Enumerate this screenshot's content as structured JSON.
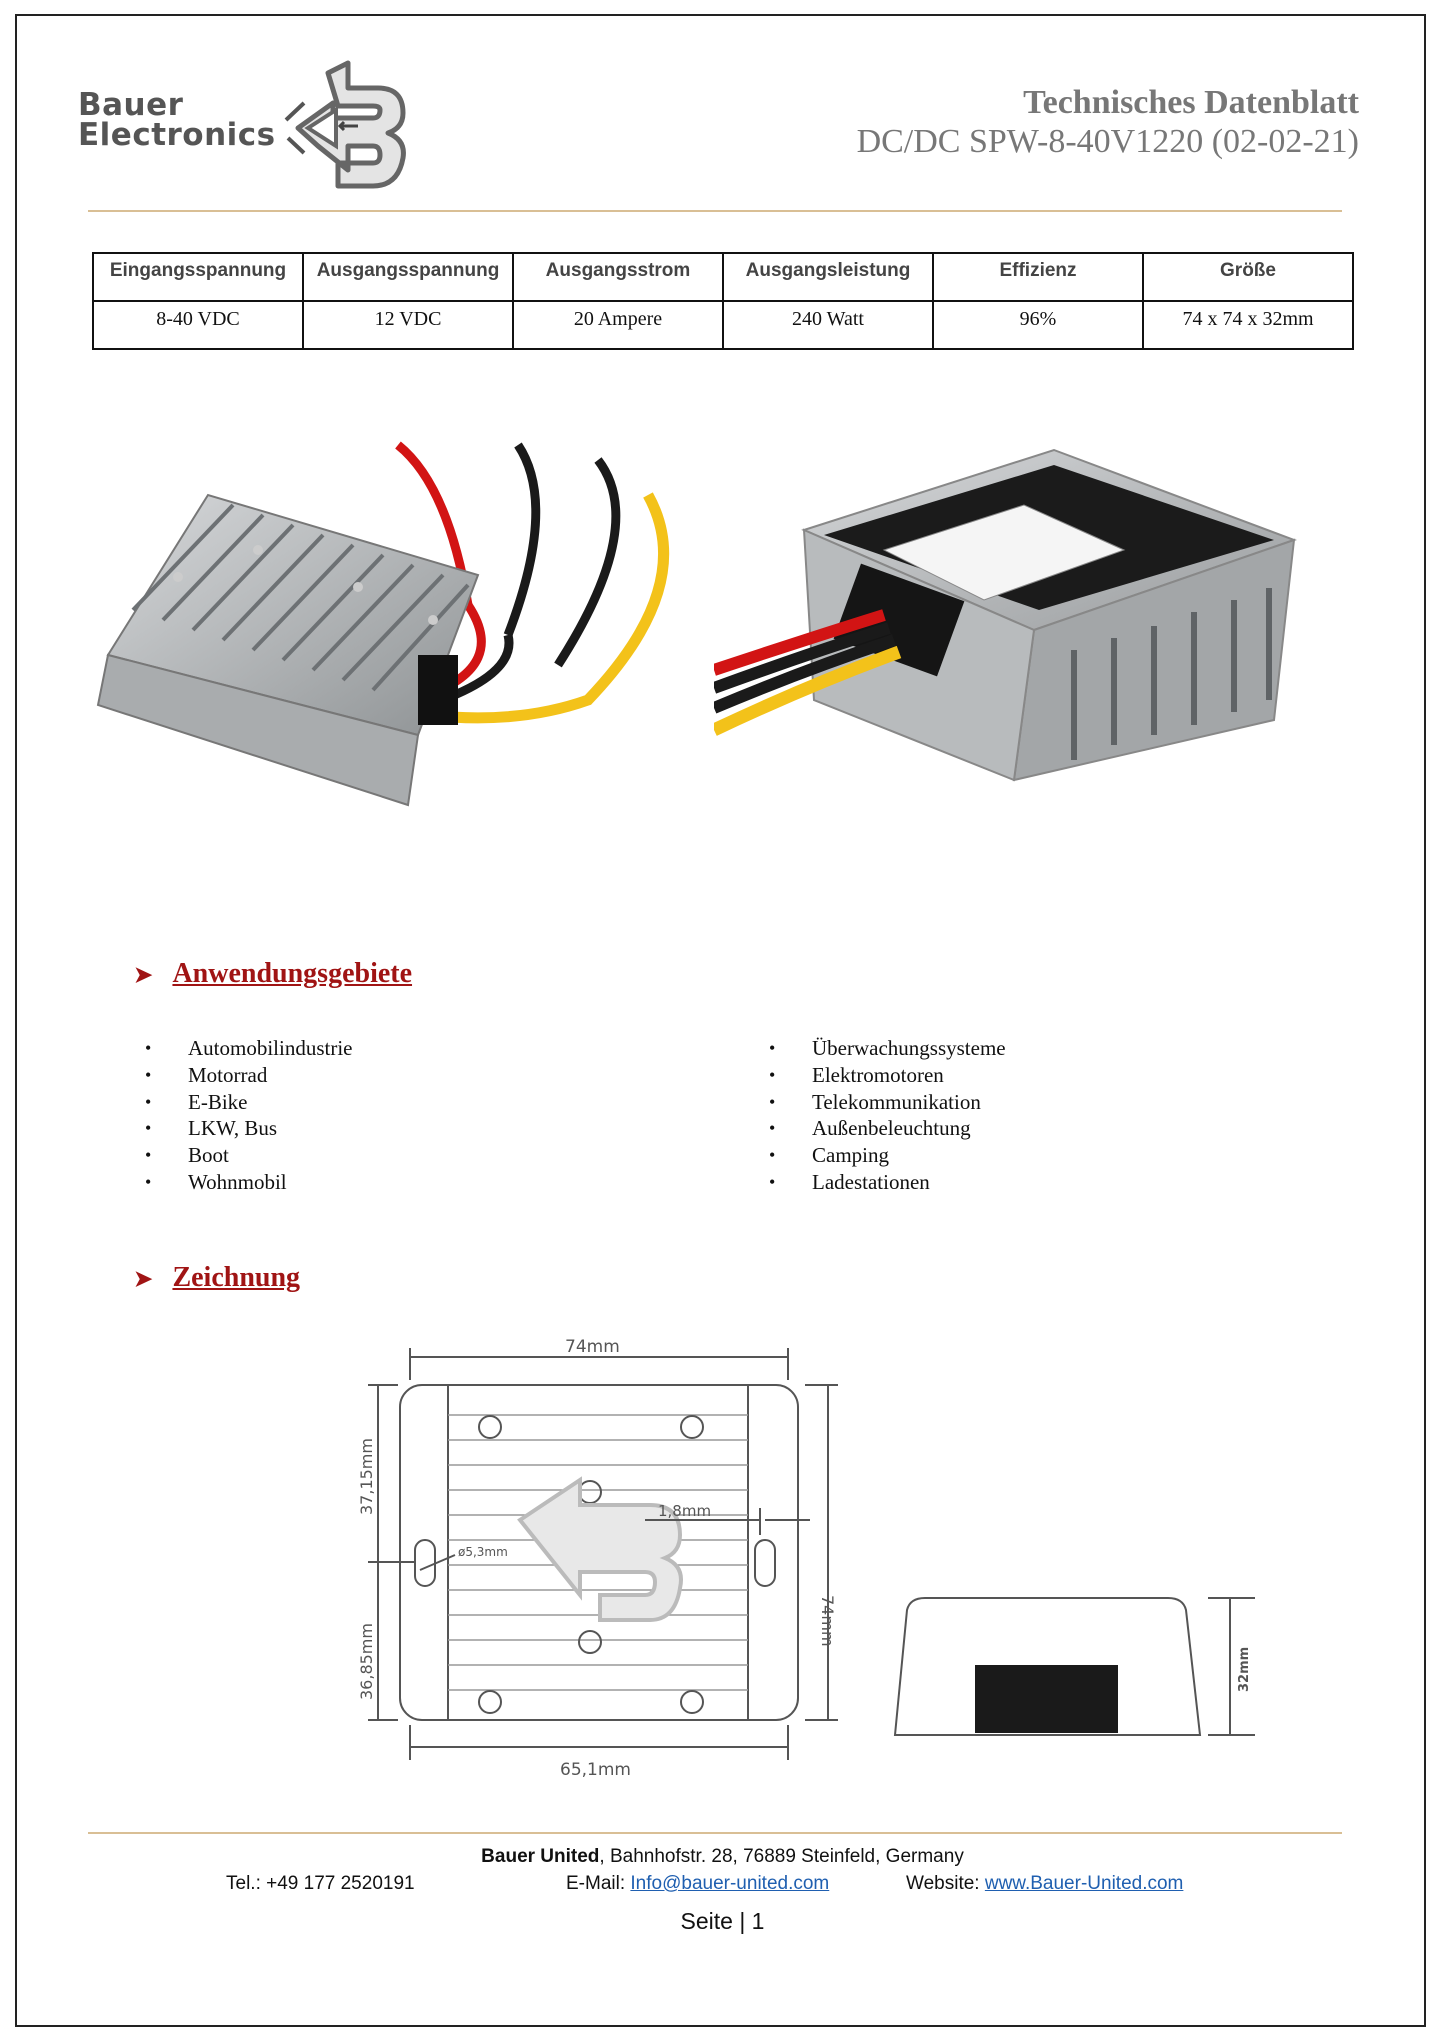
{
  "brand": {
    "line1": "Bauer",
    "line2": "Electronics"
  },
  "header": {
    "title": "Technisches Datenblatt",
    "subtitle": "DC/DC SPW-8-40V1220 (02-02-21)"
  },
  "specs": {
    "headers": [
      "Eingangsspannung",
      "Ausgangsspannung",
      "Ausgangsstrom",
      "Ausgangsleistung",
      "Effizienz",
      "Größe"
    ],
    "values": [
      "8-40 VDC",
      "12 VDC",
      "20 Ampere",
      "240 Watt",
      "96%",
      "74 x 74 x 32mm"
    ]
  },
  "applications": {
    "title": "Anwendungsgebiete",
    "left": [
      "Automobilindustrie",
      "Motorrad",
      "E-Bike",
      "LKW, Bus",
      "Boot",
      "Wohnmobil"
    ],
    "right": [
      "Überwachungssysteme",
      "Elektromotoren",
      "Telekommunikation",
      "Außenbeleuchtung",
      "Camping",
      "Ladestationen"
    ]
  },
  "drawing": {
    "title": "Zeichnung",
    "dim_width": "74mm",
    "dim_height": "74mm",
    "dim_upper": "37,15mm",
    "dim_lower": "36,85mm",
    "dim_bottom": "65,1mm",
    "dim_offset": "1,8mm",
    "dim_hole": "ø5,3mm",
    "dim_depth": "32mm"
  },
  "footer": {
    "company": "Bauer United",
    "address": ", Bahnhofstr. 28, 76889 Steinfeld, Germany",
    "tel": "Tel.: +49 177 2520191",
    "email_label": "E-Mail: ",
    "email": "Info@bauer-united.com",
    "website_label": "Website: ",
    "website": "www.Bauer-United.com",
    "page_label": "Seite | 1"
  }
}
